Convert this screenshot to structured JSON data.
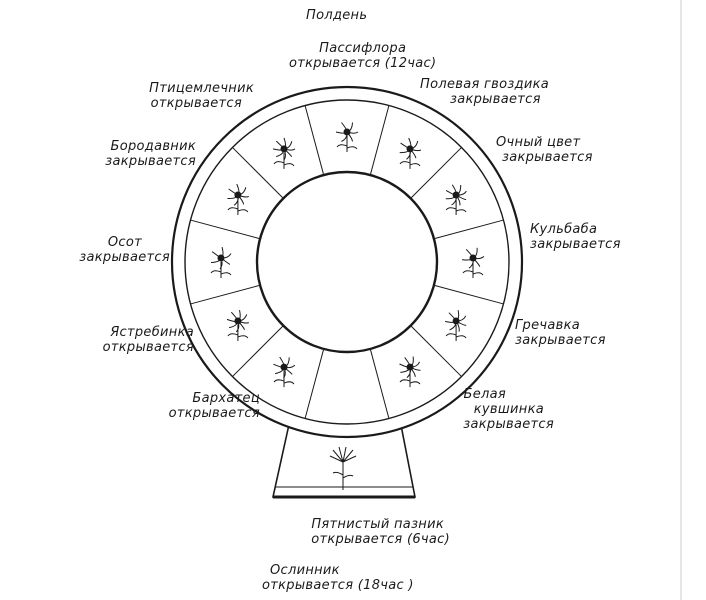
{
  "noon": "Полдень",
  "labels": {
    "passiflora": [
      "Пассифлора",
      "открывается (12час)"
    ],
    "field_carnation": [
      "Полевая гвоздика",
      "закрывается"
    ],
    "eyebright": [
      "Очный цвет",
      "закрывается"
    ],
    "dandelion": [
      "Кульбаба",
      "закрывается"
    ],
    "chicory": [
      "Гречавка",
      "закрывается"
    ],
    "white_water_lily": [
      "Белая",
      "кувшинка",
      "закрывается"
    ],
    "spotted_catsear": [
      "Пятнистый пазник",
      "открывается (6час)"
    ],
    "evening_primrose": [
      "Ослинник",
      "открывается (18час )"
    ],
    "marigold": [
      "Бархатец",
      "открывается"
    ],
    "hawkweed": [
      "Ястребинка",
      "открывается"
    ],
    "sow_thistle": [
      "Осот",
      "закрывается"
    ],
    "goatsbeard": [
      "Бородавник",
      "закрывается"
    ],
    "star_of_bethlehem": [
      "Птицемлечник",
      "открывается"
    ]
  },
  "colors": {
    "ink": "#1a1a1a",
    "background": "#ffffff"
  }
}
